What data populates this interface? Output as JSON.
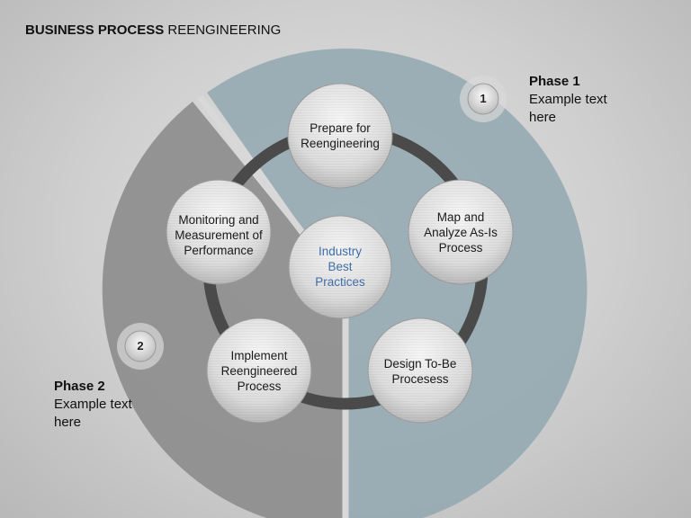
{
  "title": {
    "bold": "BUSINESS PROCESS",
    "rest": " REENGINEERING"
  },
  "center": {
    "lines": [
      "Industry",
      "Best",
      "Practices"
    ],
    "color": "#3f6ea8"
  },
  "steps": [
    {
      "lines": [
        "Prepare for",
        "Reengineering"
      ]
    },
    {
      "lines": [
        "Map and",
        "Analyze As-Is",
        "Process"
      ]
    },
    {
      "lines": [
        "Design To-Be",
        "Procesess"
      ]
    },
    {
      "lines": [
        "Implement",
        "Reengineered",
        "Process"
      ]
    },
    {
      "lines": [
        "Monitoring and",
        "Measurement of",
        "Performance"
      ]
    }
  ],
  "phases": [
    {
      "number": "1",
      "title": "Phase 1",
      "text": "Example text here",
      "color": "#8fa5ad"
    },
    {
      "number": "2",
      "title": "Phase 2",
      "text": "Example text here",
      "color": "#8a8a8a"
    }
  ]
}
